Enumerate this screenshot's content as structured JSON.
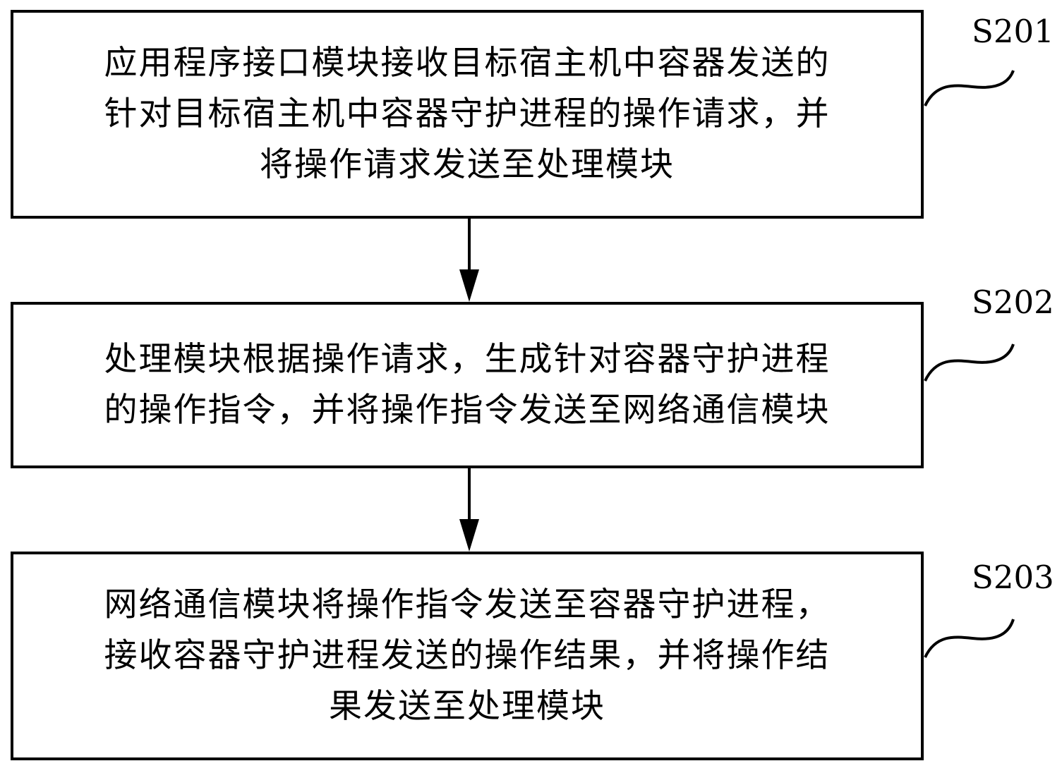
{
  "steps": [
    {
      "id": "S201",
      "lines": [
        "应用程序接口模块接收目标宿主机中容器发送的",
        "针对目标宿主机中容器守护进程的操作请求，并",
        "将操作请求发送至处理模块"
      ]
    },
    {
      "id": "S202",
      "lines": [
        "处理模块根据操作请求，生成针对容器守护进程",
        "的操作指令，并将操作指令发送至网络通信模块"
      ]
    },
    {
      "id": "S203",
      "lines": [
        "网络通信模块将操作指令发送至容器守护进程，",
        "接收容器守护进程发送的操作结果，并将操作结",
        "果发送至处理模块"
      ]
    }
  ]
}
